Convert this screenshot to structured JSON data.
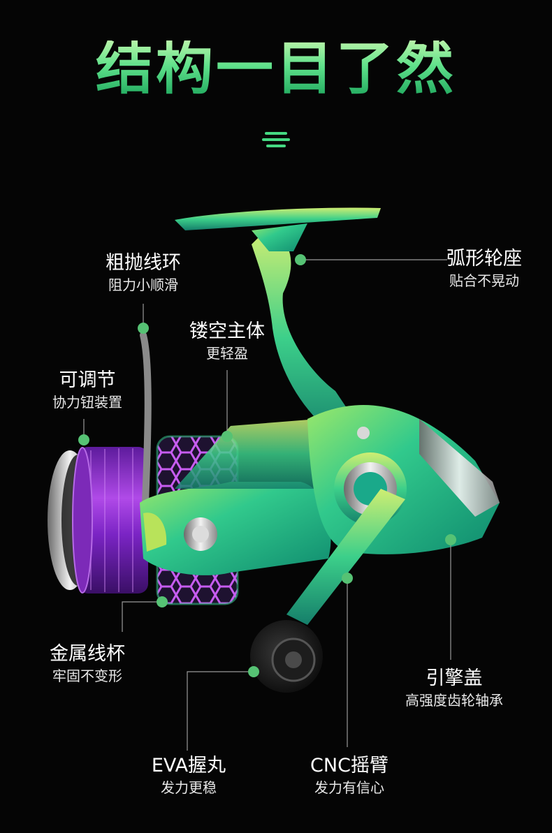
{
  "title": "结构一目了然",
  "colors": {
    "accent": "#45d982",
    "dot": "#56c274",
    "line": "#9a9a9a",
    "spool_purple": "#8a2cc9",
    "body_green": "#2bc38a"
  },
  "callouts": {
    "rough_roller": {
      "title": "粗抛线环",
      "desc": "阻力小顺滑"
    },
    "hollow_body": {
      "title": "镂空主体",
      "desc": "更轻盈"
    },
    "adjustable": {
      "title": "可调节",
      "desc": "协力钮装置"
    },
    "arc_seat": {
      "title": "弧形轮座",
      "desc": "贴合不晃动"
    },
    "metal_spool": {
      "title": "金属线杯",
      "desc": "牢固不变形"
    },
    "engine_cover": {
      "title": "引擎盖",
      "desc": "高强度齿轮轴承"
    },
    "eva_knob": {
      "title": "EVA握丸",
      "desc": "发力更稳"
    },
    "cnc_arm": {
      "title": "CNC摇臂",
      "desc": "发力有信心"
    }
  }
}
